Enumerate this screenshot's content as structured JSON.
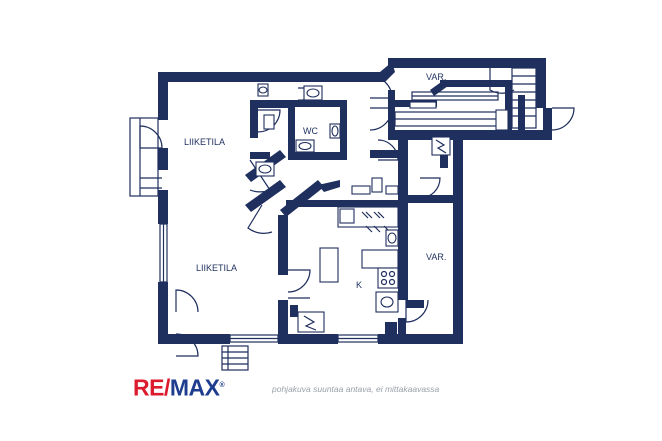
{
  "rooms": {
    "liiketila_upper": "LIIKETILA",
    "liiketila_lower": "LIIKETILA",
    "wc": "WC",
    "var_top": "VAR.",
    "var_right": "VAR.",
    "kitchen": "K"
  },
  "brand": {
    "re": "RE",
    "slash": "/",
    "max": "MAX",
    "registered": "®"
  },
  "disclaimer": "pohjakuva suuntaa antava, ei mittakaavassa",
  "colors": {
    "walls": "#1f2f5e",
    "brand_red": "#dc1c2e",
    "brand_blue": "#1f3d8f",
    "disclaimer": "#9aa0a8"
  }
}
